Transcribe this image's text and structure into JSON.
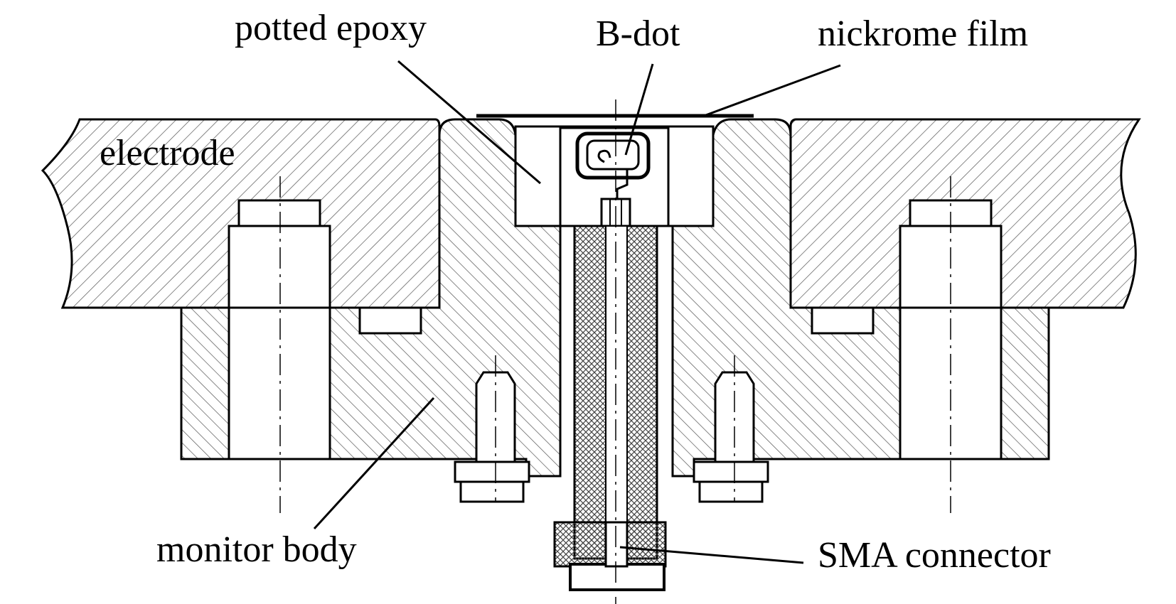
{
  "labels": {
    "potted_epoxy": "potted epoxy",
    "b_dot": "B-dot",
    "nickrome_film": "nickrome film",
    "electrode": "electrode",
    "monitor_body": "monitor body",
    "sma_connector": "SMA connector"
  },
  "colors": {
    "line": "#000000",
    "hatch": "#555555",
    "background": "#ffffff"
  }
}
